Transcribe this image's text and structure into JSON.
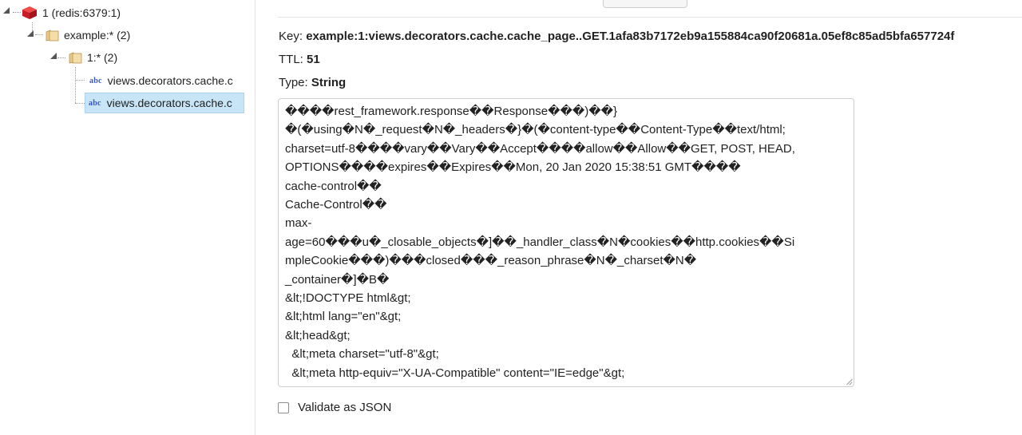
{
  "tree": {
    "root": {
      "label": "1 (redis:6379:1)"
    },
    "folder1": {
      "label": "example:* (2)"
    },
    "folder2": {
      "label": "1:* (2)"
    },
    "keys": [
      {
        "label": "views.decorators.cache.c",
        "selected": false
      },
      {
        "label": "views.decorators.cache.c",
        "selected": true
      }
    ]
  },
  "detail": {
    "key_label": "Key:",
    "key_value": "example:1:views.decorators.cache.cache_page..GET.1afa83b7172eb9a155884ca90f20681a.05ef8c85ad5bfa657724f",
    "ttl_label": "TTL:",
    "ttl_value": "51",
    "type_label": "Type:",
    "type_value": "String",
    "value_lines": [
      "����rest_framework.response��Response���)��}",
      "�(�using�N�_request�N�_headers�}�(�content-type��Content-Type��text/html;",
      "charset=utf-8����vary��Vary��Accept����allow��Allow��GET, POST, HEAD,",
      "OPTIONS����expires��Expires��Mon, 20 Jan 2020 15:38:51 GMT����",
      "cache-control��",
      "Cache-Control��",
      "max-",
      "age=60���u�_closable_objects�]��_handler_class�N�cookies��http.cookies��Si",
      "mpleCookie���)���closed���_reason_phrase�N�_charset�N�",
      "_container�]�B�",
      "&lt;!DOCTYPE html&gt;",
      "&lt;html lang=\"en\"&gt;",
      "&lt;head&gt;",
      "  &lt;meta charset=\"utf-8\"&gt;",
      "  &lt;meta http-equiv=\"X-UA-Compatible\" content=\"IE=edge\"&gt;"
    ],
    "validate_label": "Validate as JSON"
  },
  "colors": {
    "selection": "#c7e5f6",
    "abc_icon": "#3a56c4",
    "db_icon": "#d9232e"
  }
}
